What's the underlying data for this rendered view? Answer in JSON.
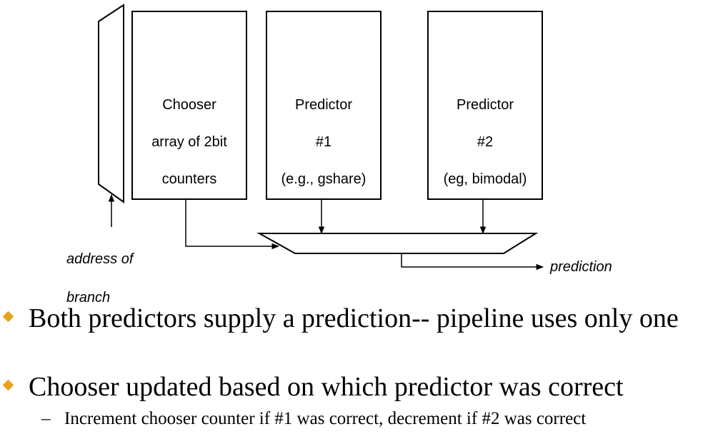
{
  "diagram": {
    "chooser": {
      "line1": "Chooser",
      "line2": "array of 2bit",
      "line3": "counters"
    },
    "predictor1": {
      "line1": "Predictor",
      "line2": "#1",
      "line3": "(e.g., gshare)"
    },
    "predictor2": {
      "line1": "Predictor",
      "line2": "#2",
      "line3": "(eg, bimodal)"
    },
    "address_label": {
      "line1": "address of",
      "line2": "branch"
    },
    "prediction_label": "prediction"
  },
  "bullets": [
    {
      "text": "Both predictors supply a prediction-- pipeline uses only one"
    },
    {
      "text": "Chooser updated based on which predictor was correct"
    }
  ],
  "sub_bullet": {
    "dash": "–",
    "text": "Increment chooser counter if #1 was correct, decrement if #2 was correct"
  },
  "colors": {
    "bullet": "#e8a317",
    "stroke": "#000000"
  },
  "icons": {
    "bullet": "diamond-bullet-icon"
  }
}
